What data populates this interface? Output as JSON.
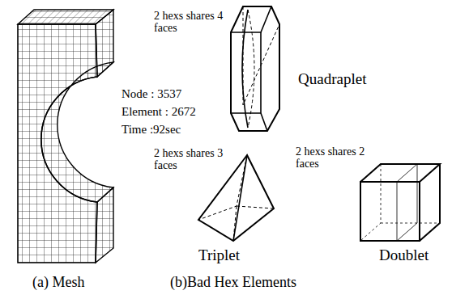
{
  "diagram": {
    "labels": [
      "Node : 3537",
      "Element : 2672",
      "Time :92sec",
      "(a) Mesh",
      "2 hexs shares 4 faces",
      "Quadraplet",
      "2 hexs shares 3 faces",
      "Triplet",
      "2 hexs shares 2 faces",
      "Doublet",
      "(b)Bad Hex Elements"
    ]
  }
}
